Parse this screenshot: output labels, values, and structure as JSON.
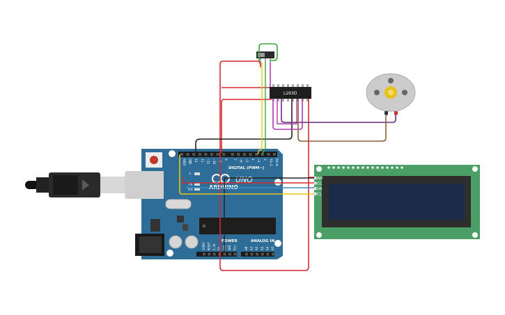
{
  "arduino": {
    "brand": "ARDUINO",
    "model": "UNO",
    "digital_label": "DIGITAL (PWM~)",
    "power_label": "POWER",
    "analog_label": "ANALOG IN",
    "tx_label": "TX",
    "rx_label": "RX",
    "l_label": "L",
    "top_pins": [
      "AREF",
      "GND",
      "13",
      "12",
      "~11",
      "~10",
      "~9",
      "8",
      "7",
      "~6",
      "~5",
      "4",
      "~3",
      "2",
      "TX→1",
      "RX←0"
    ],
    "power_pins": [
      "IOREF",
      "RESET",
      "3.3V",
      "5V",
      "GND",
      "GND",
      "Vin"
    ],
    "analog_pins": [
      "A0",
      "A1",
      "A2",
      "A3",
      "A4",
      "A5"
    ]
  },
  "driver_ic": {
    "label": "L293D"
  },
  "lcd": {
    "pins": [
      "GND",
      "VCC",
      "SDA",
      "SCL"
    ]
  },
  "colors": {
    "board": "#2f6d99",
    "lcd_pcb": "#4a9e66",
    "lcd_screen": "#1b2b4a",
    "wire_red": "#d22c2c",
    "wire_black": "#222222",
    "wire_green": "#3aa83a",
    "wire_magenta": "#b23ab2",
    "wire_purple": "#6e2b82",
    "wire_brown": "#8a6136",
    "wire_yellow": "#e8c51a",
    "wire_blue": "#3a8ccc",
    "motor_gear": "#e6c11a"
  },
  "icons": [
    "usb-cable-icon",
    "dc-motor-icon",
    "slide-switch-icon",
    "arduino-logo-icon"
  ]
}
